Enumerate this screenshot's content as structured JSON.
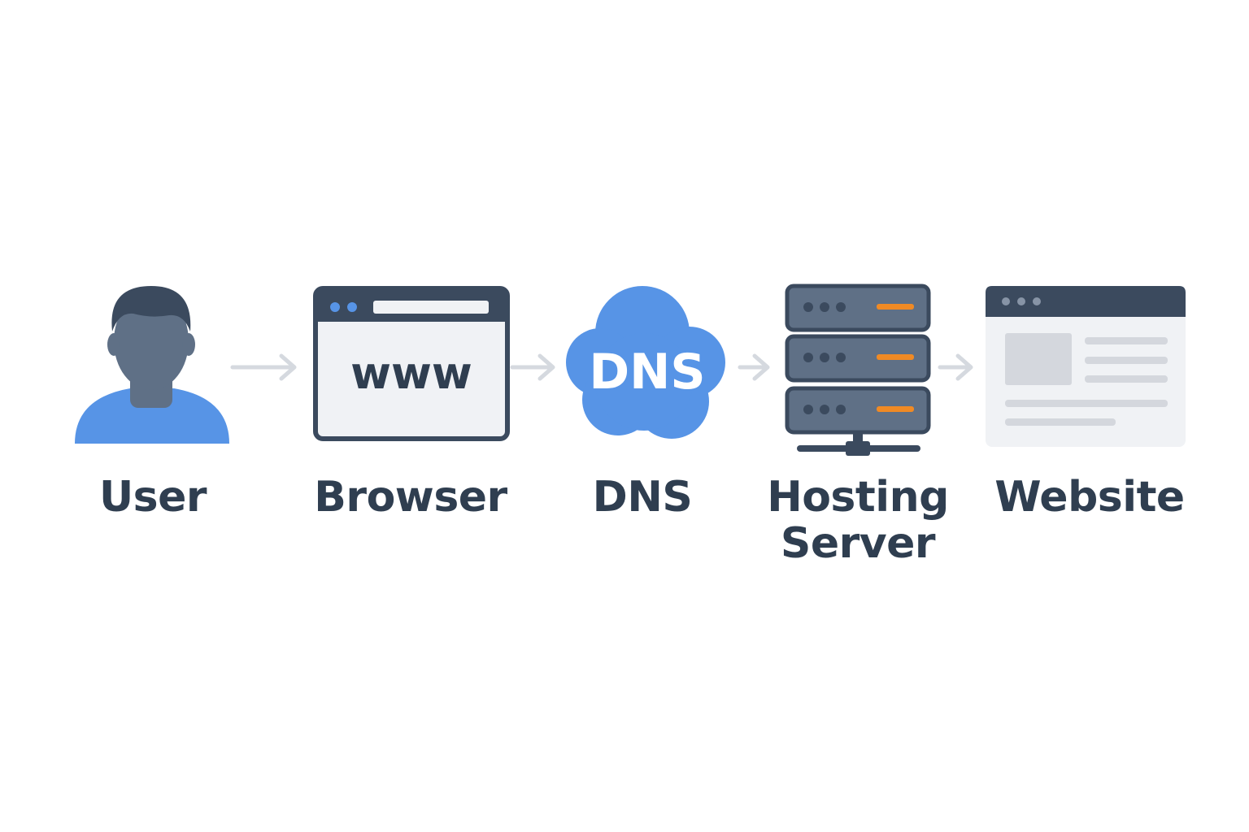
{
  "nodes": {
    "user": {
      "label": "User"
    },
    "browser": {
      "label": "Browser",
      "icon_text": "www"
    },
    "dns": {
      "label": "DNS",
      "icon_text": "DNS"
    },
    "hosting": {
      "label_line1": "Hosting",
      "label_line2": "Server"
    },
    "website": {
      "label": "Website"
    }
  },
  "colors": {
    "dark": "#3b4a5e",
    "slate": "#5f7086",
    "blue": "#5794e6",
    "orange": "#f08a24",
    "arrow": "#d5d9df",
    "panel": "#f0f2f5",
    "text": "#2f3e50"
  }
}
